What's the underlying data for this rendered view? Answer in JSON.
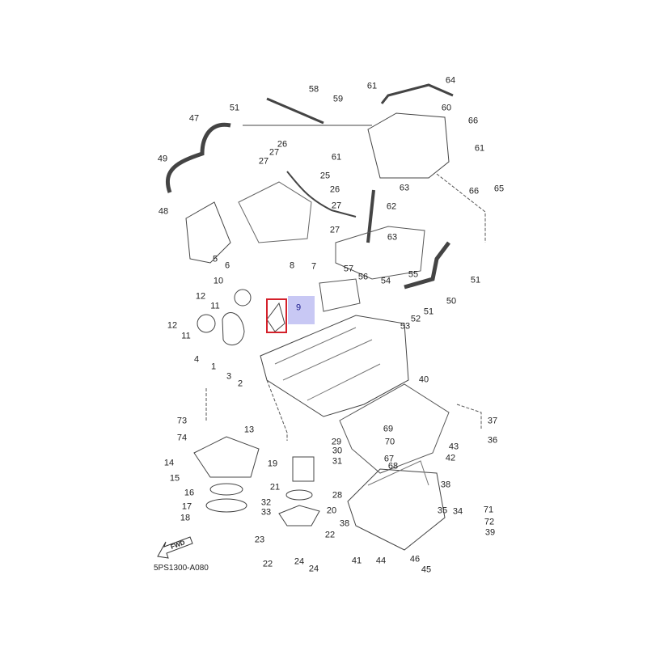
{
  "diagram_code": "5PS1300-A080",
  "fwd_label": "FWD",
  "highlight_color": "#c8c8f4",
  "selection_color": "#d4212b",
  "labels": [
    "58",
    "61",
    "64",
    "59",
    "51",
    "60",
    "47",
    "66",
    "61",
    "26",
    "27",
    "61",
    "49",
    "27",
    "25",
    "66",
    "65",
    "26",
    "63",
    "27",
    "62",
    "48",
    "27",
    "63",
    "5",
    "6",
    "55",
    "51",
    "8",
    "7",
    "57",
    "10",
    "56",
    "54",
    "12",
    "50",
    "11",
    "9",
    "51",
    "52",
    "12",
    "53",
    "11",
    "4",
    "1",
    "3",
    "2",
    "40",
    "73",
    "37",
    "74",
    "13",
    "69",
    "29",
    "36",
    "70",
    "43",
    "30",
    "67",
    "31",
    "42",
    "19",
    "68",
    "14",
    "15",
    "38",
    "21",
    "28",
    "16",
    "35",
    "34",
    "32",
    "17",
    "71",
    "20",
    "33",
    "18",
    "72",
    "38",
    "22",
    "39",
    "23",
    "41",
    "44",
    "46",
    "22",
    "24",
    "24",
    "45"
  ]
}
